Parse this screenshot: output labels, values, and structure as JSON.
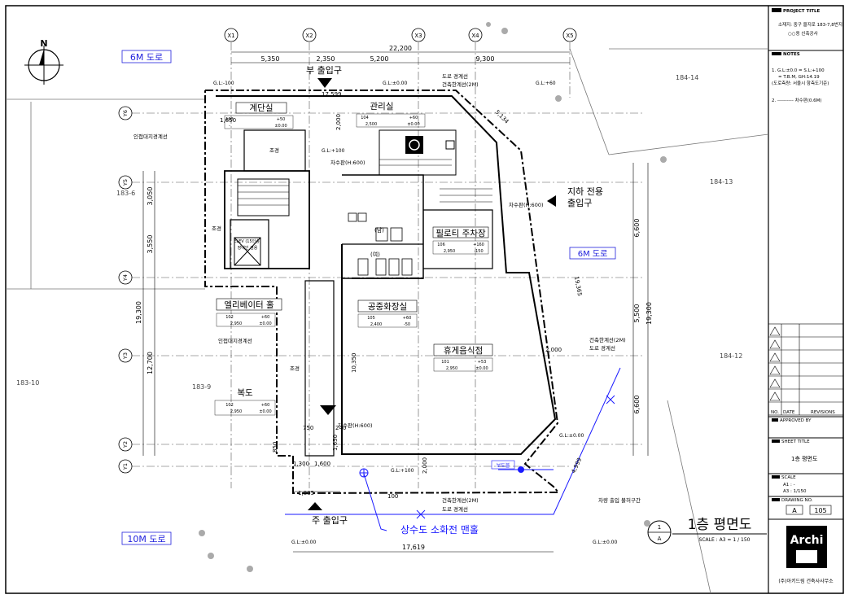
{
  "north_label": "N",
  "grid_cols": [
    "X1",
    "X2",
    "X3",
    "X4",
    "X5"
  ],
  "grid_rows": [
    "Y6",
    "Y5",
    "Y4",
    "Y3",
    "Y2",
    "Y1"
  ],
  "dims": {
    "top_total": "22,200",
    "top_segments": [
      "5,350",
      "2,350",
      "5,200",
      "9,300"
    ],
    "bottom_total": "17,619",
    "left_segments": [
      "3,050",
      "3,550",
      "12,700"
    ],
    "left_total": "19,300",
    "right_segments": [
      "6,600",
      "5,500",
      "6,600"
    ],
    "right_total": "19,300",
    "inner": [
      "17,599",
      "1,650",
      "2,000",
      "10,350",
      "2,000",
      "1,885",
      "100",
      "750",
      "1,650",
      "1,300",
      "1,600",
      "240",
      "5,134",
      "19,365",
      "4,999",
      "2,000",
      "850"
    ]
  },
  "roads": {
    "north": "6M 도로",
    "east": "6M 도로",
    "south": "10M 도로"
  },
  "entrances": {
    "sub": "부 출입구",
    "main": "주 출입구",
    "underground": [
      "지하 전용",
      "출입구"
    ]
  },
  "lots": [
    "184-14",
    "184-13",
    "184-12",
    "183-6",
    "183-9",
    "183-10"
  ],
  "gl_labels": [
    "G.L:-100",
    "G.L:±0.00",
    "G.L:+60",
    "G.L:+100",
    "G.L:±0.00",
    "G.L:+100",
    "G.L:±0.00",
    "G.L:±0.00",
    "G.L:±0.00"
  ],
  "rooms": [
    {
      "name": "계단실",
      "code": "103",
      "fl": "+50",
      "cl": "-",
      "sl": "±0.00"
    },
    {
      "name": "관리실",
      "code": "104",
      "fl": "+60",
      "cl": "2,500",
      "sl": "±0.00"
    },
    {
      "name": "필로티 주차장",
      "code": "106",
      "fl": "+160",
      "cl": "2,950",
      "sl": "-150"
    },
    {
      "name": "엘리베이터 홀",
      "code": "102",
      "fl": "+60",
      "cl": "2,950",
      "sl": "±0.00"
    },
    {
      "name": "공중화장실",
      "code": "105",
      "fl": "+60",
      "cl": "2,400",
      "sl": "-50"
    },
    {
      "name": "휴게음식점",
      "code": "101",
      "fl": "+53",
      "cl": "2,950",
      "sl": "±0.00"
    },
    {
      "name": "복도",
      "code": "102",
      "fl": "+60",
      "cl": "2,950",
      "sl": "±0.00"
    }
  ],
  "labels": {
    "landscape": "조경",
    "elev": "ELEV (15인승)",
    "elev2": "장애인 겸용",
    "boundary_adj": "인접대지경계선",
    "setback": "건축한계선(2M)",
    "road_boundary": "도로 경계선",
    "hydrant": "상수도 소화전 맨홀",
    "no_parking": "차량 출입 불허구간",
    "sidewalk": "보도블",
    "manhole1": "차수판(H:600)",
    "manhole2": "차수판(H:600)",
    "manhole3": "차수판(H:600)",
    "male": "(남)",
    "female": "(여)"
  },
  "title": {
    "name": "1층 평면도",
    "scale": "SCALE : A3 = 1 / 150",
    "marker_num": "1",
    "marker_sheet": "A"
  },
  "title_block": {
    "project_head": "PROJECT TITLE",
    "project_l1": "소재지: 중구 을지로 183-7,8번지",
    "project_l2": "○○동 신축공사",
    "notes_head": "NOTES",
    "notes_l1": "1. G.L:±0.0 = S.L:+100",
    "notes_l2": "= T.B.M, GH:14.19",
    "notes_l3": "(도로측량: 서울시 항측도기준)",
    "notes_l4": "2. ---------- 차수판(0.6M)",
    "rev_no": "NO.",
    "rev_date": "DATE",
    "rev_head": "REVISIONS",
    "approved": "APPROVED BY",
    "sheet_title_head": "SHEET TITLE",
    "sheet_title": "1층 평면도",
    "scale_head": "SCALE",
    "scale_a1": "A1 : -",
    "scale_a3": "A3 : 1/150",
    "drawing_no_head": "DRAWING NO.",
    "drawing_no_a": "A",
    "drawing_no_b": "105",
    "logo": "Archi",
    "firm": "(주)아키드림 건축사사무소"
  },
  "colors": {
    "line": "#000000",
    "accent": "#1a1aff"
  }
}
